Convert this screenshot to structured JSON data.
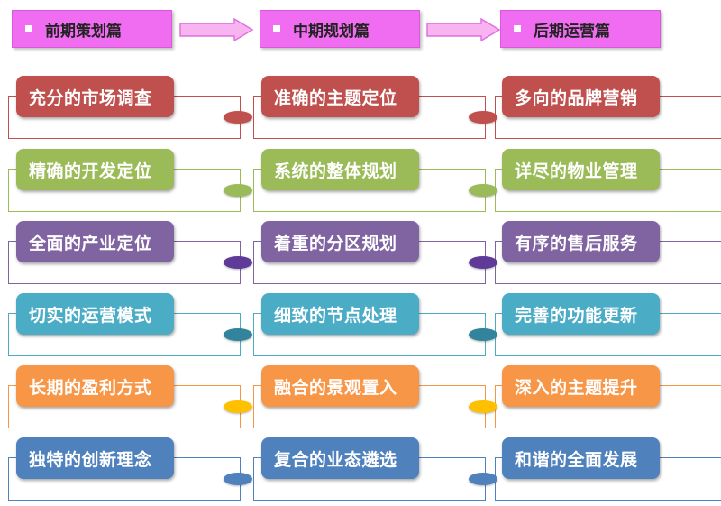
{
  "headers": [
    "前期策划篇",
    "中期规划篇",
    "后期运营篇"
  ],
  "colors": {
    "header_bg": "#f06cf0",
    "arrow": "#f06cf0"
  },
  "rows": [
    {
      "color": "#c0504d",
      "border": "#c0504d",
      "oval": "#c0504d",
      "items": [
        "充分的市场调查",
        "准确的主题定位",
        "多向的品牌营销"
      ]
    },
    {
      "color": "#9bbb59",
      "border": "#9bbb59",
      "oval": "#9bbb59",
      "items": [
        "精确的开发定位",
        "系统的整体规划",
        "详尽的物业管理"
      ]
    },
    {
      "color": "#8064a2",
      "border": "#8064a2",
      "oval": "#5f3a99",
      "items": [
        "全面的产业定位",
        "着重的分区规划",
        "有序的售后服务"
      ]
    },
    {
      "color": "#4bacc6",
      "border": "#4bacc6",
      "oval": "#31849b",
      "items": [
        "切实的运营模式",
        "细致的节点处理",
        "完善的功能更新"
      ]
    },
    {
      "color": "#f79646",
      "border": "#f79646",
      "oval": "#ffc000",
      "items": [
        "长期的盈利方式",
        "融合的景观置入",
        "深入的主题提升"
      ]
    },
    {
      "color": "#4f81bd",
      "border": "#4f81bd",
      "oval": "#4f81bd",
      "items": [
        "独特的创新理念",
        "复合的业态遴选",
        "和谐的全面发展"
      ]
    }
  ]
}
